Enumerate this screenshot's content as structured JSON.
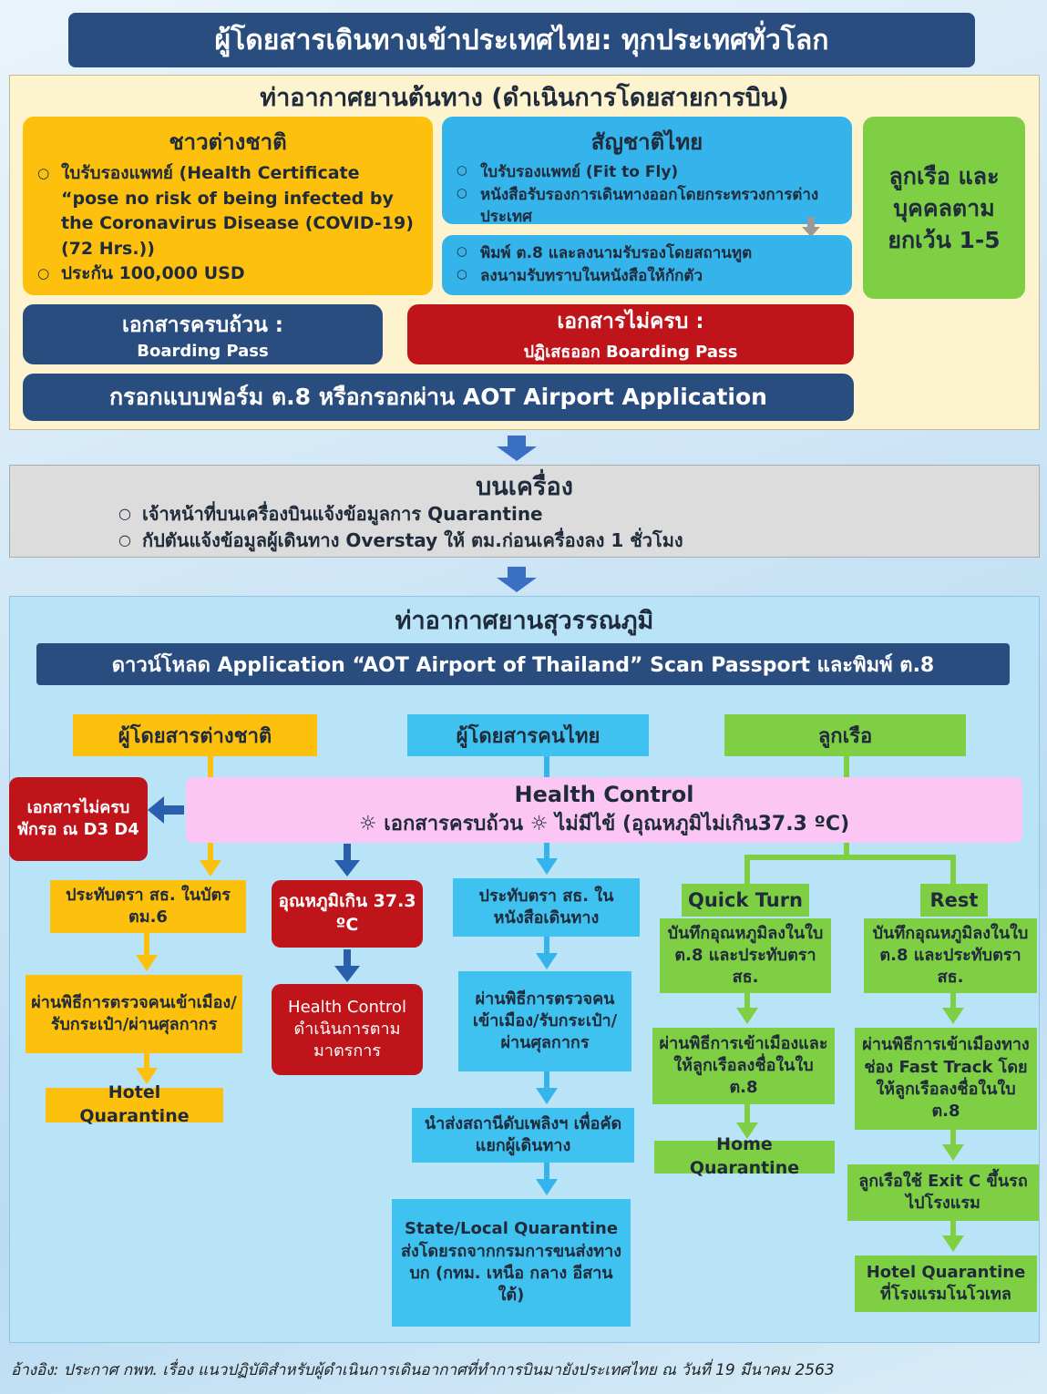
{
  "title": "ผู้โดยสารเดินทางเข้าประเทศไทย: ทุกประเทศทั่วโลก",
  "origin": {
    "heading": "ท่าอากาศยานต้นทาง (ดำเนินการโดยสายการบิน)",
    "foreigner": {
      "title": "ชาวต่างชาติ",
      "items": [
        "ใบรับรองแพทย์ (Health Certificate “pose no risk of being infected by the Coronavirus Disease (COVID-19) (72 Hrs.))",
        "ประกัน 100,000 USD"
      ]
    },
    "thai": {
      "title": "สัญชาติไทย",
      "items": [
        "ใบรับรองแพทย์ (Fit to Fly)",
        "หนังสือรับรองการเดินทางออกโดยกระทรวงการต่างประเทศ"
      ],
      "items2": [
        "พิมพ์ ต.8 และลงนามรับรองโดยสถานทูต",
        "ลงนามรับทราบในหนังสือให้กักตัว"
      ]
    },
    "crew": "ลูกเรือ และบุคคลตามยกเว้น 1-5",
    "complete": {
      "title": "เอกสารครบถ้วน :",
      "sub": "Boarding Pass"
    },
    "incomplete": {
      "title": "เอกสารไม่ครบ :",
      "sub": "ปฏิเสธออก Boarding Pass"
    },
    "form": "กรอกแบบฟอร์ม ต.8 หรือกรอกผ่าน AOT Airport Application"
  },
  "onboard": {
    "heading": "บนเครื่อง",
    "items": [
      "เจ้าหน้าที่บนเครื่องบินแจ้งข้อมูลการ Quarantine",
      "กัปตันแจ้งข้อมูลผู้เดินทาง Overstay ให้ ตม.ก่อนเครื่องลง 1 ชั่วโมง"
    ]
  },
  "arrival": {
    "heading": "ท่าอากาศยานสุวรรณภูมิ",
    "download": "ดาวน์โหลด Application “AOT Airport of Thailand” Scan Passport และพิมพ์ ต.8",
    "foreign_pax": "ผู้โดยสารต่างชาติ",
    "thai_pax": "ผู้โดยสารคนไทย",
    "crew": "ลูกเรือ",
    "health_control": {
      "title": "Health Control",
      "criteria": "☼ เอกสารครบถ้วน ☼ ไม่มีไข้ (อุณหภูมิไม่เกิน37.3 ºC)"
    },
    "incomplete_docs": "เอกสารไม่ครบ พักรอ ณ D3 D4",
    "foreign_flow": [
      "ประทับตรา สธ. ในบัตรตม.6",
      "ผ่านพิธีการตรวจคนเข้าเมือง/รับกระเป๋า/ผ่านศุลกากร",
      "Hotel Quarantine"
    ],
    "fever_flow": [
      "อุณหภูมิเกิน 37.3 ºC",
      "Health Control ดำเนินการตามมาตรการ"
    ],
    "thai_flow": [
      "ประทับตรา สธ. ในหนังสือเดินทาง",
      "ผ่านพิธีการตรวจคนเข้าเมือง/รับกระเป๋า/ผ่านศุลกากร",
      "นำส่งสถานีดับเพลิงฯ เพื่อคัดแยกผู้เดินทาง",
      "State/Local Quarantine ส่งโดยรถจากกรมการขนส่งทางบก (กทม. เหนือ กลาง อีสาน ใต้)"
    ],
    "quick_turn": {
      "title": "Quick Turn",
      "steps": [
        "บันทึกอุณหภูมิลงในใบ ต.8 และประทับตรา สธ.",
        "ผ่านพิธีการเข้าเมืองและให้ลูกเรือลงชื่อในใบ ต.8",
        "Home Quarantine"
      ]
    },
    "rest": {
      "title": "Rest",
      "steps": [
        "บันทึกอุณหภูมิลงในใบ ต.8 และประทับตรา สธ.",
        "ผ่านพิธีการเข้าเมืองทางช่อง Fast Track โดยให้ลูกเรือลงชื่อในใบ ต.8",
        "ลูกเรือใช้ Exit C ขึ้นรถไปโรงแรม",
        "Hotel Quarantine ที่โรงแรมโนโวเทล"
      ]
    }
  },
  "footer": "อ้างอิง: ประกาศ กพท. เรื่อง แนวปฏิบัติสำหรับผู้ดำเนินการเดินอากาศที่ทำการบินมายังประเทศไทย ณ วันที่ 19 มีนาคม 2563",
  "colors": {
    "navy": "#2a4d80",
    "yellow": "#fdc00d",
    "cyan": "#34b4ea",
    "green": "#7fcf45",
    "red": "#c0141b",
    "pink": "#fbc6f3"
  }
}
